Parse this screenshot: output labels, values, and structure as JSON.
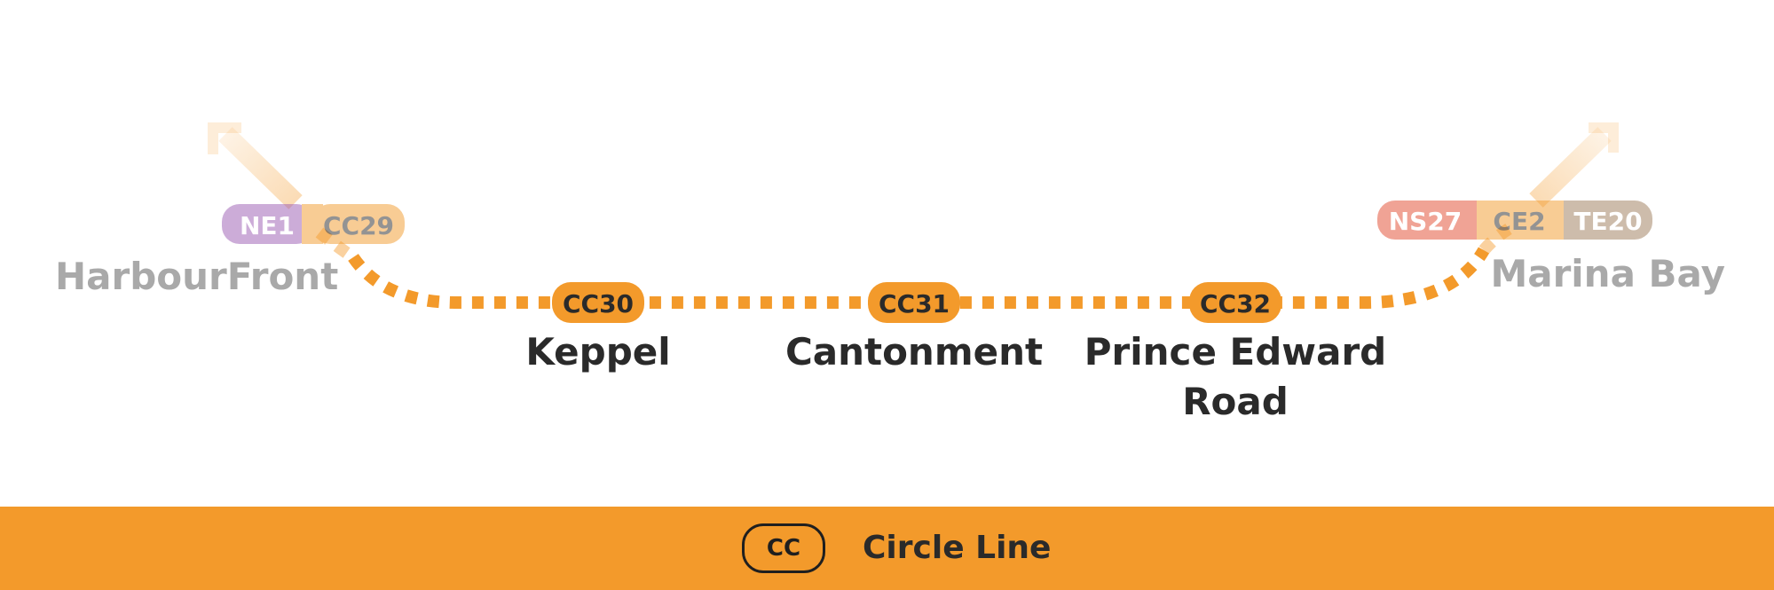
{
  "colors": {
    "circle_line": "#f39a2b",
    "north_east_line": "#9a5bb3",
    "north_south_line": "#e2492e",
    "downtown_east_line": "#f39a2b",
    "thomson_east_coast_line": "#9d7b59",
    "station_text": "#2a2a2a"
  },
  "stations": {
    "harbourfront": {
      "name": "HarbourFront",
      "codes": [
        "NE1",
        "CC29"
      ]
    },
    "keppel": {
      "name": "Keppel",
      "code": "CC30"
    },
    "cantonment": {
      "name": "Cantonment",
      "code": "CC31"
    },
    "prince_edward": {
      "name_line1": "Prince Edward",
      "name_line2": "Road",
      "code": "CC32"
    },
    "marina_bay": {
      "name": "Marina Bay",
      "codes": [
        "NS27",
        "CE2",
        "TE20"
      ]
    }
  },
  "icons": {
    "left_arrow": "arrow-up-left-icon",
    "right_arrow": "arrow-up-right-icon"
  },
  "legend": {
    "code": "CC",
    "label": "Circle Line"
  }
}
